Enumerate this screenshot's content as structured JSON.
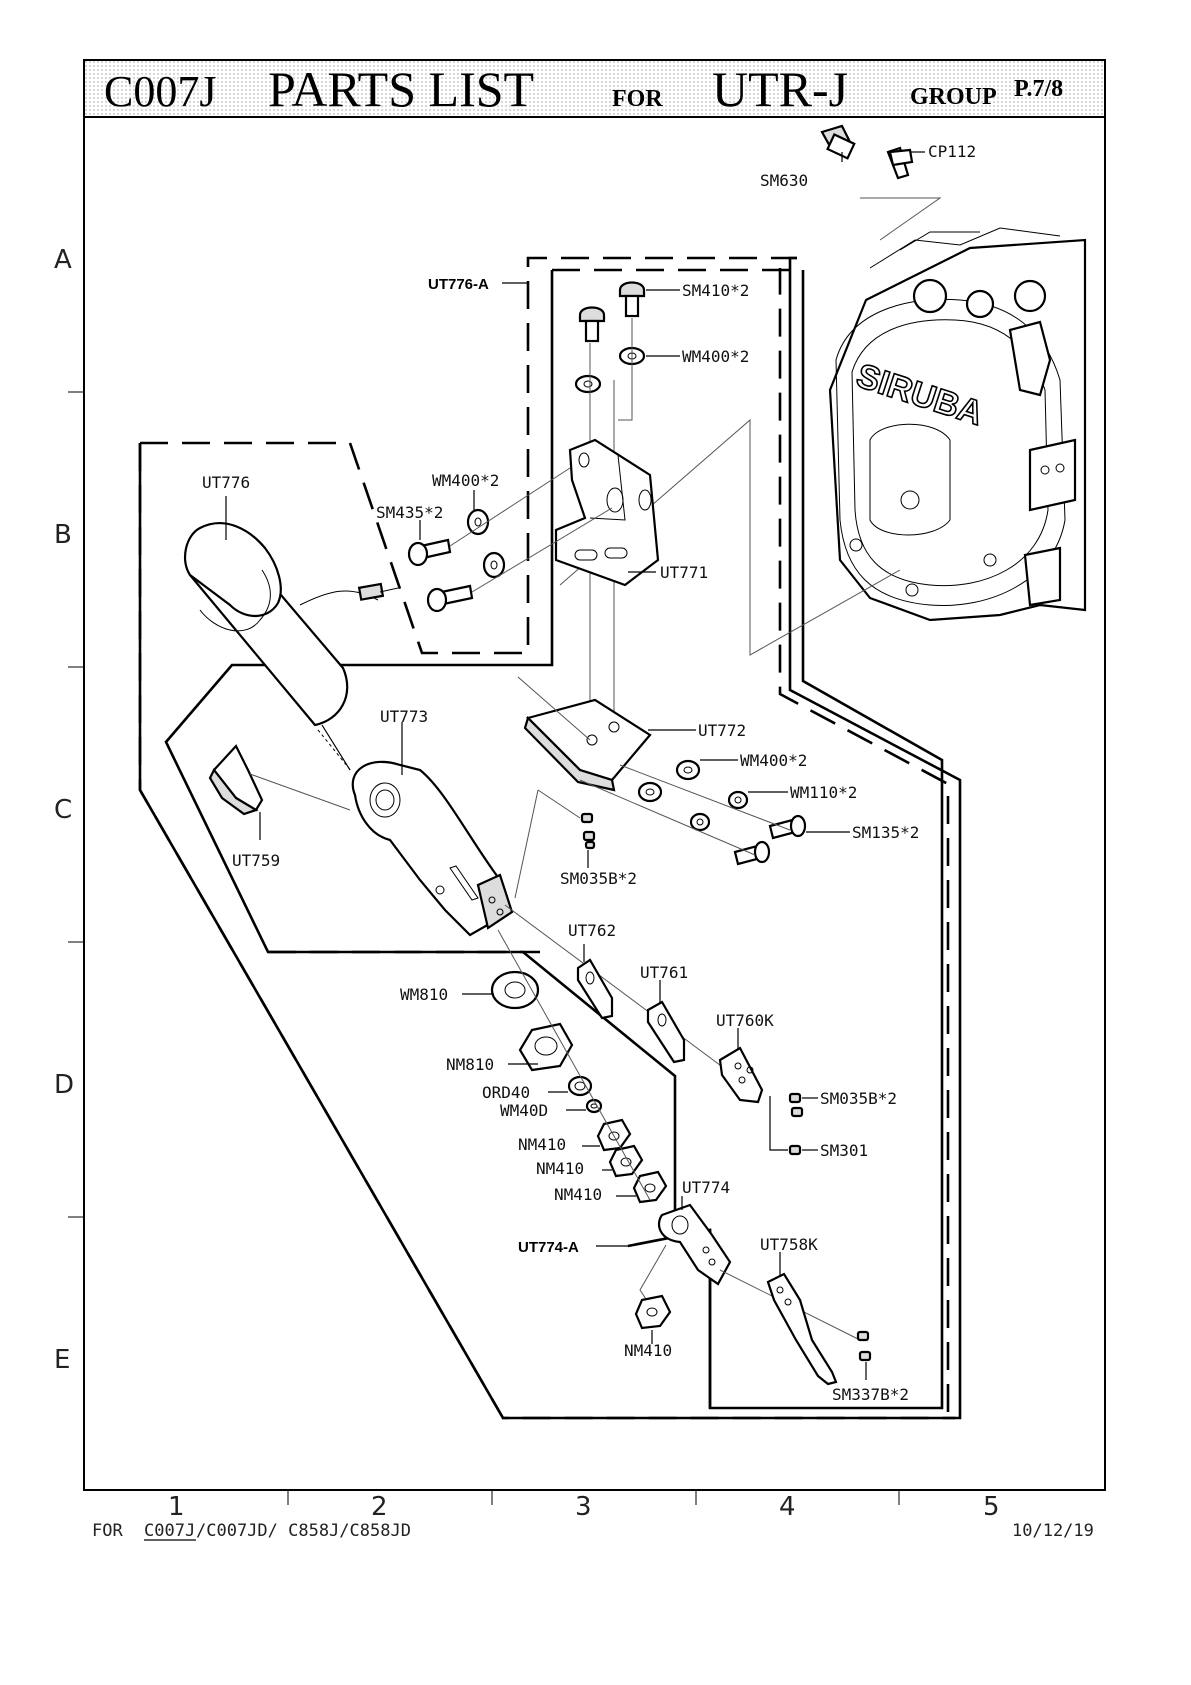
{
  "header": {
    "model": "C007J",
    "title": "PARTS LIST",
    "for_word": "FOR",
    "group_name": "UTR-J",
    "group_word": "GROUP",
    "page": "P.7/8"
  },
  "grid": {
    "rows": [
      "A",
      "B",
      "C",
      "D",
      "E"
    ],
    "cols": [
      "1",
      "2",
      "3",
      "4",
      "5"
    ]
  },
  "footer": {
    "prefix": "FOR",
    "models_underlined": "C007J",
    "models_rest": "/C007JD/ C858J/C858JD",
    "date": "10/12/19"
  },
  "parts": {
    "sm630": "SM630",
    "cp112": "CP112",
    "ut776a": "UT776-A",
    "sm410x2": "SM410*2",
    "wm400x2_top": "WM400*2",
    "ut776": "UT776",
    "wm400x2_left": "WM400*2",
    "sm435x2": "SM435*2",
    "ut771": "UT771",
    "ut773": "UT773",
    "ut772": "UT772",
    "wm400x2_mid": "WM400*2",
    "wm110x2": "WM110*2",
    "sm135x2": "SM135*2",
    "ut759": "UT759",
    "sm035bx2_mid": "SM035B*2",
    "ut762": "UT762",
    "ut761": "UT761",
    "ut760k": "UT760K",
    "wm810": "WM810",
    "nm810": "NM810",
    "ord40": "ORD40",
    "wm40d": "WM40D",
    "nm410_1": "NM410",
    "nm410_2": "NM410",
    "nm410_3": "NM410",
    "sm035bx2_right": "SM035B*2",
    "sm301": "SM301",
    "ut774": "UT774",
    "ut774a": "UT774-A",
    "ut758k": "UT758K",
    "nm410_4": "NM410",
    "sm337bx2": "SM337B*2"
  },
  "machine_logo": "SIRUBA"
}
